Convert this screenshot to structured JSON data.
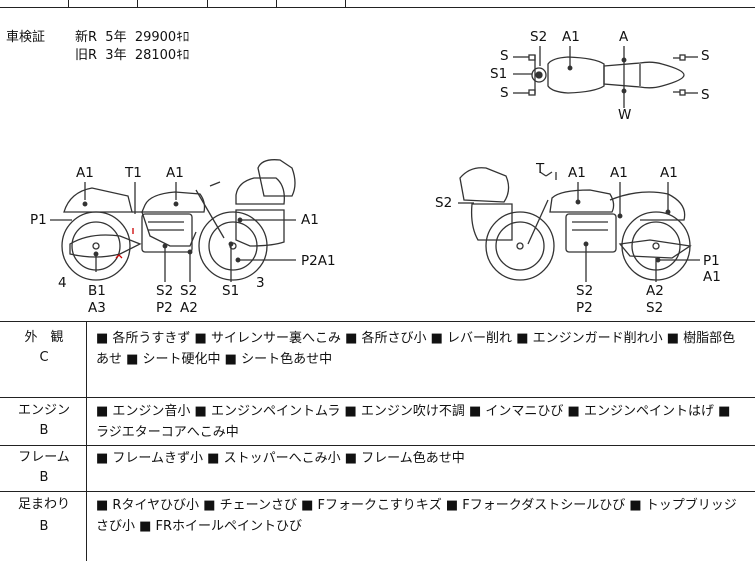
{
  "inspection": {
    "label": "車検証",
    "new_row": "新R  5年  29900ｷﾛ",
    "old_row": "旧R  3年  28100ｷﾛ"
  },
  "diagram_labels": {
    "top": [
      "S2",
      "A1",
      "A",
      "S",
      "S1",
      "S",
      "S",
      "S",
      "W"
    ],
    "left": [
      "A1",
      "T1",
      "A1",
      "P1",
      "A1",
      "P2A1",
      "4",
      "3",
      "B1",
      "A3",
      "S2",
      "P2",
      "S2",
      "A2",
      "S1"
    ],
    "right": [
      "T",
      "A1",
      "A1",
      "A1",
      "S2",
      "P1",
      "A1",
      "S2",
      "P2",
      "A2",
      "S2"
    ]
  },
  "sections": [
    {
      "name": "外　観",
      "grade": "C",
      "text": "■ 各所うすきず ■ サイレンサー裏へこみ ■ 各所さび小 ■ レバー削れ ■ エンジンガード削れ小 ■ 樹脂部色あせ ■ シート硬化中 ■ シート色あせ中"
    },
    {
      "name": "エンジン",
      "grade": "B",
      "text": "■ エンジン音小 ■ エンジンペイントムラ ■ エンジン吹け不調 ■ インマニひび ■ エンジンペイントはげ ■ ラジエターコアへこみ中"
    },
    {
      "name": "フレーム",
      "grade": "B",
      "text": "■ フレームきず小 ■ ストッパーへこみ小 ■ フレーム色あせ中"
    },
    {
      "name": "足まわり",
      "grade": "B",
      "text": "■ Rタイヤひび小 ■ チェーンさび ■ Fフォークこすりキズ ■ Fフォークダストシールひび ■ トップブリッジさび小 ■ FRホイールペイントひび"
    }
  ]
}
